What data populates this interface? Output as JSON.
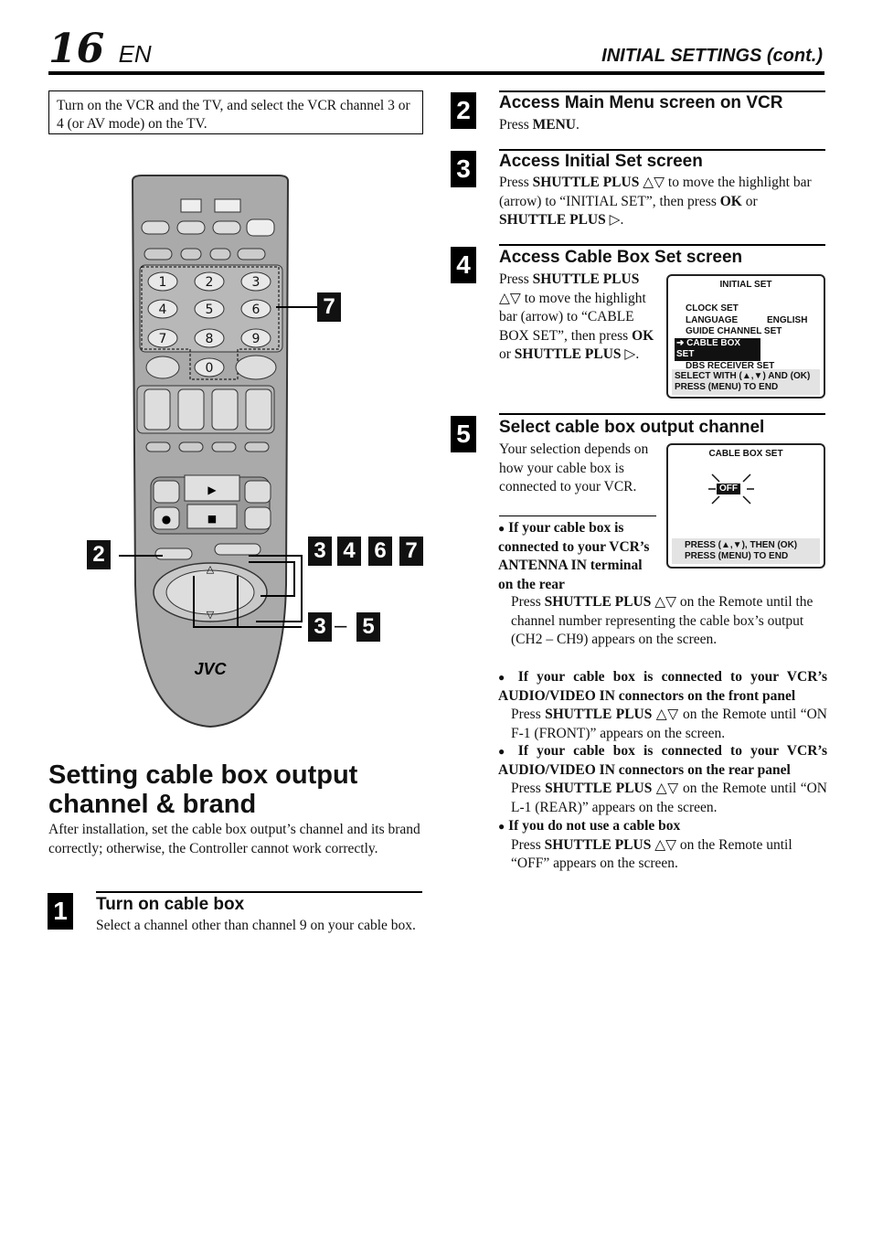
{
  "header": {
    "page_number": "16",
    "page_suffix": "EN",
    "section": "INITIAL SETTINGS (cont.)"
  },
  "note": "Turn on the VCR and the TV, and select the VCR channel 3 or 4 (or AV mode) on the TV.",
  "remote": {
    "brand": "JVC",
    "keypad": [
      "1",
      "2",
      "3",
      "4",
      "5",
      "6",
      "7",
      "8",
      "9",
      "0"
    ],
    "callouts": {
      "seven": "7",
      "two": "2",
      "group": [
        "3",
        "4",
        "6",
        "7"
      ],
      "range_start": "3",
      "range_dash": "–",
      "range_end": "5"
    }
  },
  "section": {
    "title": "Setting cable box output channel & brand",
    "intro": "After installation, set the cable box output’s channel and its brand correctly; otherwise, the Controller cannot work correctly."
  },
  "steps": {
    "s1": {
      "num": "1",
      "title": "Turn on cable box",
      "text": "Select a channel other than channel 9 on your cable box."
    },
    "s2": {
      "num": "2",
      "title": "Access Main Menu screen on VCR",
      "t1": "Press ",
      "b1": "MENU",
      "t2": "."
    },
    "s3": {
      "num": "3",
      "title": "Access Initial Set screen",
      "t1": "Press ",
      "b1": "SHUTTLE PLUS",
      "t2": " △▽ to move the highlight bar (arrow) to “INITIAL SET”, then press ",
      "b2": "OK",
      "t3": " or ",
      "b3": "SHUTTLE PLUS",
      "t4": " ▷."
    },
    "s4": {
      "num": "4",
      "title": "Access Cable Box Set screen",
      "t1": "Press ",
      "b1": "SHUTTLE PLUS",
      "t2": " △▽ to move the highlight bar (arrow) to “CABLE BOX SET”, then press ",
      "b2": "OK",
      "t3": " or ",
      "b3": "SHUTTLE PLUS",
      "t4": " ▷."
    },
    "s5": {
      "num": "5",
      "title": "Select cable box output channel",
      "text": "Your selection depends on how your cable box is connected to your VCR."
    }
  },
  "osd_initial": {
    "title": "INITIAL SET",
    "items": [
      "CLOCK SET",
      "LANGUAGE",
      "GUIDE CHANNEL SET",
      "CABLE BOX SET",
      "DBS RECEIVER SET"
    ],
    "language_value": "ENGLISH",
    "selected_marker": "➜",
    "footer1": "SELECT WITH (▲,▼) AND (OK)",
    "footer2": "PRESS (MENU) TO END"
  },
  "osd_cable": {
    "title": "CABLE BOX SET",
    "value": "OFF",
    "footer1": "PRESS (▲,▼), THEN (OK)",
    "footer2": "PRESS (MENU) TO END"
  },
  "bullets": [
    {
      "head": "If your cable box is connected to your VCR’s ANTENNA IN terminal on the rear",
      "t1": "Press ",
      "b1": "SHUTTLE PLUS",
      "t2": " △▽ on the Remote until the channel number representing the cable box’s output (CH2 – CH9) appears on the screen."
    },
    {
      "head": "If your cable box is connected to your VCR’s AUDIO/VIDEO IN connectors on the front panel",
      "t1": "Press ",
      "b1": "SHUTTLE PLUS",
      "t2": " △▽ on the Remote until “ON F-1 (FRONT)” appears on the screen."
    },
    {
      "head": "If your cable box is connected to your VCR’s AUDIO/VIDEO IN connectors on the rear panel",
      "t1": "Press ",
      "b1": "SHUTTLE PLUS",
      "t2": " △▽ on the Remote until “ON L-1 (REAR)” appears on the screen."
    },
    {
      "head": "If you do not use a cable box",
      "t1": "Press ",
      "b1": "SHUTTLE PLUS",
      "t2": " △▽ on the Remote until “OFF” appears on the screen."
    }
  ],
  "bullet_symbol": "●"
}
